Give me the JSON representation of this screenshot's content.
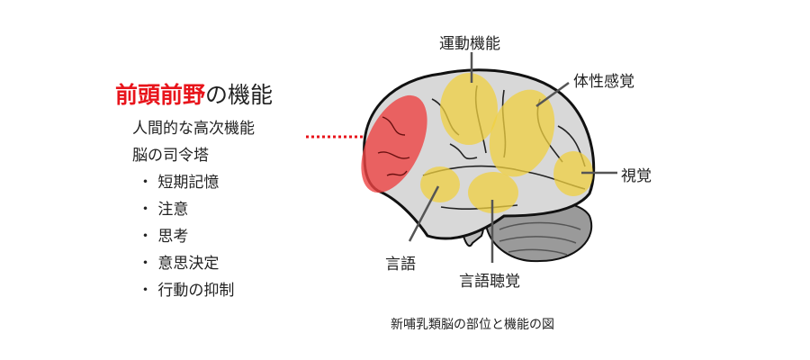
{
  "heading": {
    "highlight": "前頭前野",
    "rest": "の機能"
  },
  "functions": [
    {
      "bullet": "",
      "text": "人間的な高次機能"
    },
    {
      "bullet": "",
      "text": "脳の司令塔"
    },
    {
      "bullet": "・",
      "text": "短期記憶"
    },
    {
      "bullet": "・",
      "text": "注意"
    },
    {
      "bullet": "・",
      "text": "思考"
    },
    {
      "bullet": "・",
      "text": "意思決定"
    },
    {
      "bullet": "・",
      "text": "行動の抑制"
    }
  ],
  "regions": {
    "motor": "運動機能",
    "somatosensory": "体性感覚",
    "visual": "視覚",
    "language": "言語",
    "auditory_language": "言語聴覚"
  },
  "caption": "新哺乳類脳の部位と機能の図",
  "colors": {
    "highlight": "#e8141b",
    "region": "#f0d040",
    "prefrontal": "#ee4444"
  }
}
